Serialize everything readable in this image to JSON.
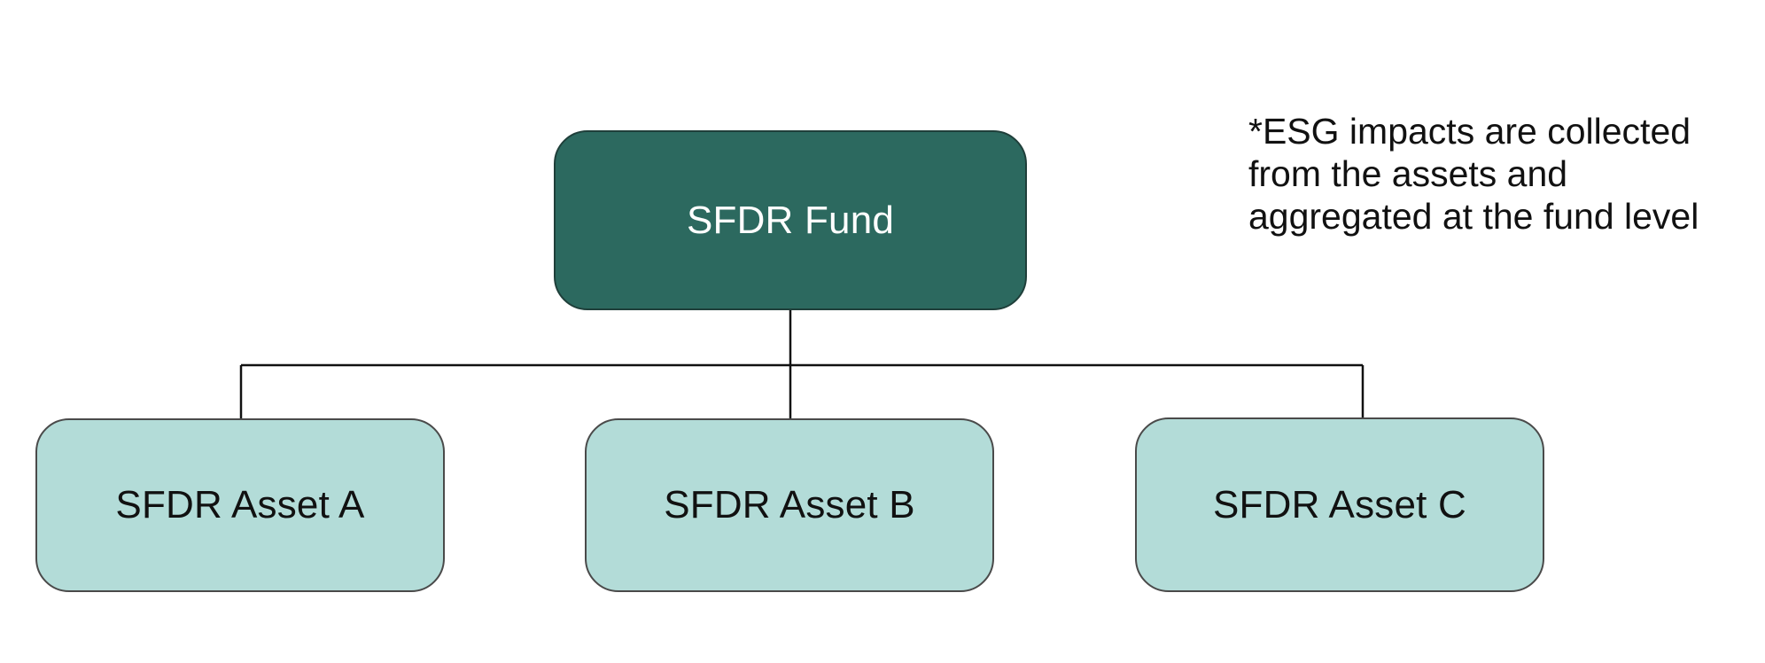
{
  "diagram": {
    "root": {
      "label": "SFDR Fund",
      "fill_color": "#2c695f",
      "text_color": "#ffffff"
    },
    "children": [
      {
        "label": "SFDR Asset A"
      },
      {
        "label": "SFDR Asset B"
      },
      {
        "label": "SFDR Asset C"
      }
    ],
    "child_fill_color": "#b3dcd8",
    "connector_color": "#111111"
  },
  "footnote": {
    "lines": [
      "*ESG impacts are collected",
      "from the assets and",
      "aggregated at the fund level"
    ]
  }
}
